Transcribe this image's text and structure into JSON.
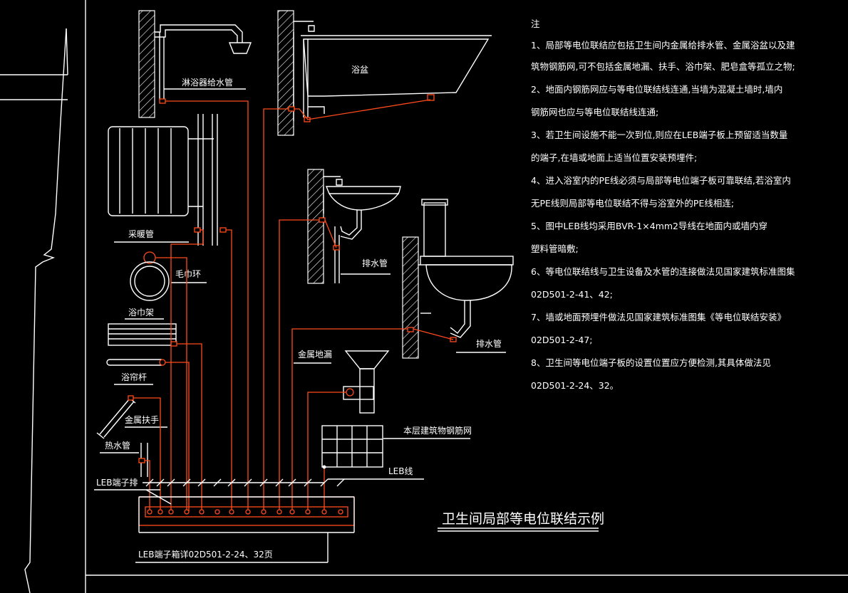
{
  "labels": {
    "shower_pipe": "淋浴器给水管",
    "bathtub": "浴盆",
    "radiator": "采暖管",
    "towel_ring": "毛巾环",
    "towel_rack": "浴巾架",
    "curtain_rod": "浴帘杆",
    "handrail": "金属扶手",
    "hot_water": "热水管",
    "basin_drain": "排水管",
    "wc_drain": "排水管",
    "floor_drain": "金属地漏",
    "rebar_mesh": "本层建筑物钢筋网",
    "leb_line": "LEB线",
    "leb_bar": "LEB端子排",
    "leb_box": "LEB端子箱详02D501-2-24、32页",
    "diagram_title": "卫生间局部等电位联结示例"
  },
  "notes": {
    "heading": "注",
    "lines": [
      "1、局部等电位联结应包括卫生间内金属给排水管、金属浴盆以及建",
      "筑物钢筋网,可不包括金属地漏、扶手、浴巾架、肥皂盒等孤立之物;",
      "2、地面内钢筋网应与等电位联结线连通,当墙为混凝土墙时,墙内",
      "钢筋网也应与等电位联结线连通;",
      "3、若卫生间设施不能一次到位,则应在LEB端子板上预留适当数量",
      "的端子,在墙或地面上适当位置安装预埋件;",
      "4、进入浴室内的PE线必须与局部等电位端子板可靠联结,若浴室内",
      "无PE线则局部等电位联结不得与浴室外的PE线相连;",
      "5、图中LEB线均采用BVR-1×4mm2导线在地面内或墙内穿",
      "塑料管暗敷;",
      "6、等电位联结线与卫生设备及水管的连接做法见国家建筑标准图集",
      "02D501-2-41、42;",
      "7、墙或地面预埋件做法见国家建筑标准图集《等电位联结安装》",
      "02D501-2-47;",
      "8、卫生间等电位端子板的设置位置应方便检测,其具体做法见",
      "02D501-2-24、32。"
    ]
  },
  "colors": {
    "background": "#000000",
    "line": "#ffffff",
    "bonding_wire": "#ff4a1a"
  }
}
